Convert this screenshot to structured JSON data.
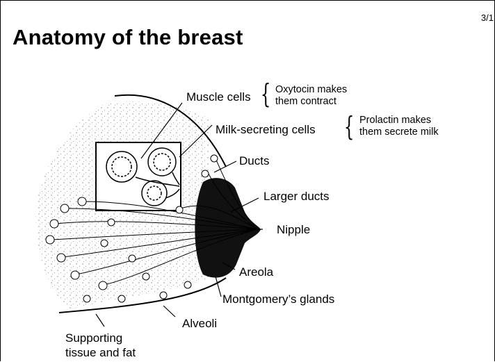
{
  "slide": {
    "page_number": "3/1",
    "title": "Anatomy of the breast"
  },
  "labels": {
    "muscle_cells": "Muscle cells",
    "muscle_note": [
      "Oxytocin makes",
      "them contract"
    ],
    "milk_cells": "Milk-secreting cells",
    "milk_note": [
      "Prolactin makes",
      "them secrete milk"
    ],
    "ducts": "Ducts",
    "larger_ducts": "Larger ducts",
    "nipple": "Nipple",
    "areola": "Areola",
    "montgomery": "Montgomery’s glands",
    "alveoli": "Alveoli",
    "supporting": [
      "Supporting",
      "tissue and fat"
    ]
  }
}
